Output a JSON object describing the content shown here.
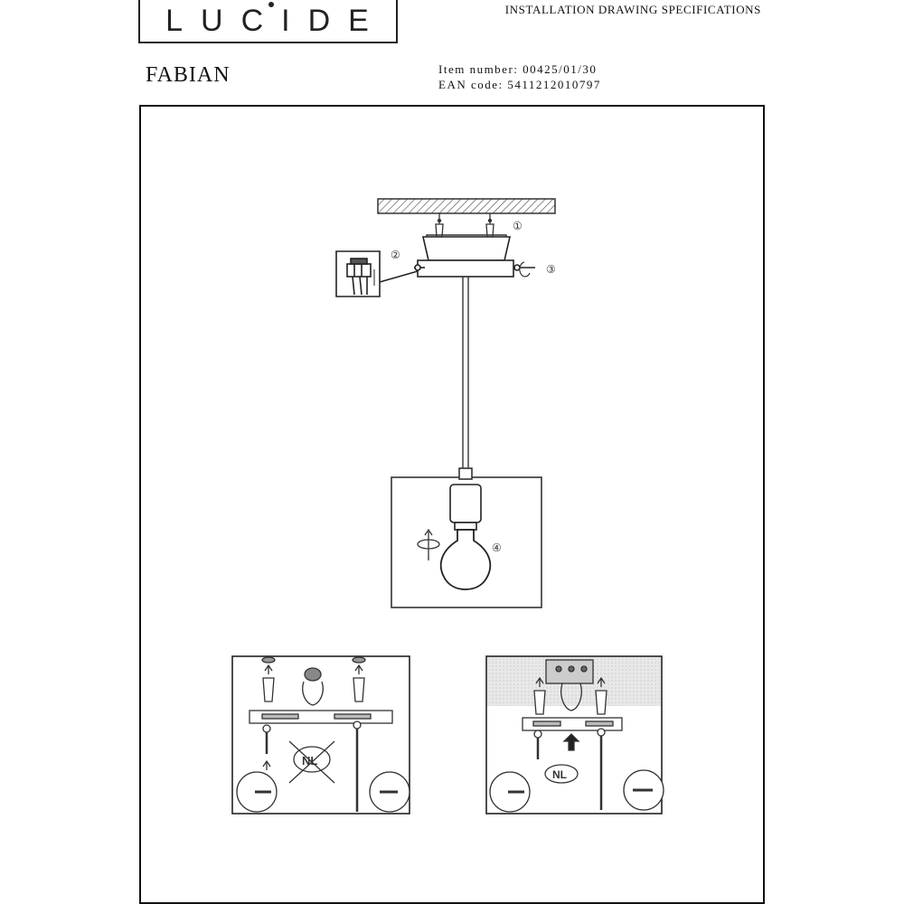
{
  "header": {
    "logo_text": "LUCIDE",
    "spec_title": "INSTALLATION DRAWING SPECIFICATIONS",
    "product_name": "FABIAN",
    "item_number": "Item number: 00425/01/30",
    "ean_code": "EAN code: 5411212010797"
  },
  "drawing": {
    "step_labels": [
      "①",
      "②",
      "③",
      "④"
    ],
    "nl_badge": "NL"
  }
}
